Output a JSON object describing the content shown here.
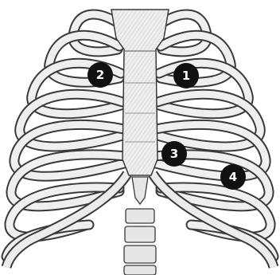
{
  "markers": [
    {
      "label": "1"
    },
    {
      "label": "2"
    },
    {
      "label": "3"
    },
    {
      "label": "4"
    }
  ],
  "colors": {
    "bone_fill": "#efefef",
    "bone_stroke": "#3a3a3a",
    "cartilage_fill": "#e2e2e2",
    "marker_fill": "#111111",
    "marker_text": "#ffffff",
    "background": "#ffffff"
  }
}
